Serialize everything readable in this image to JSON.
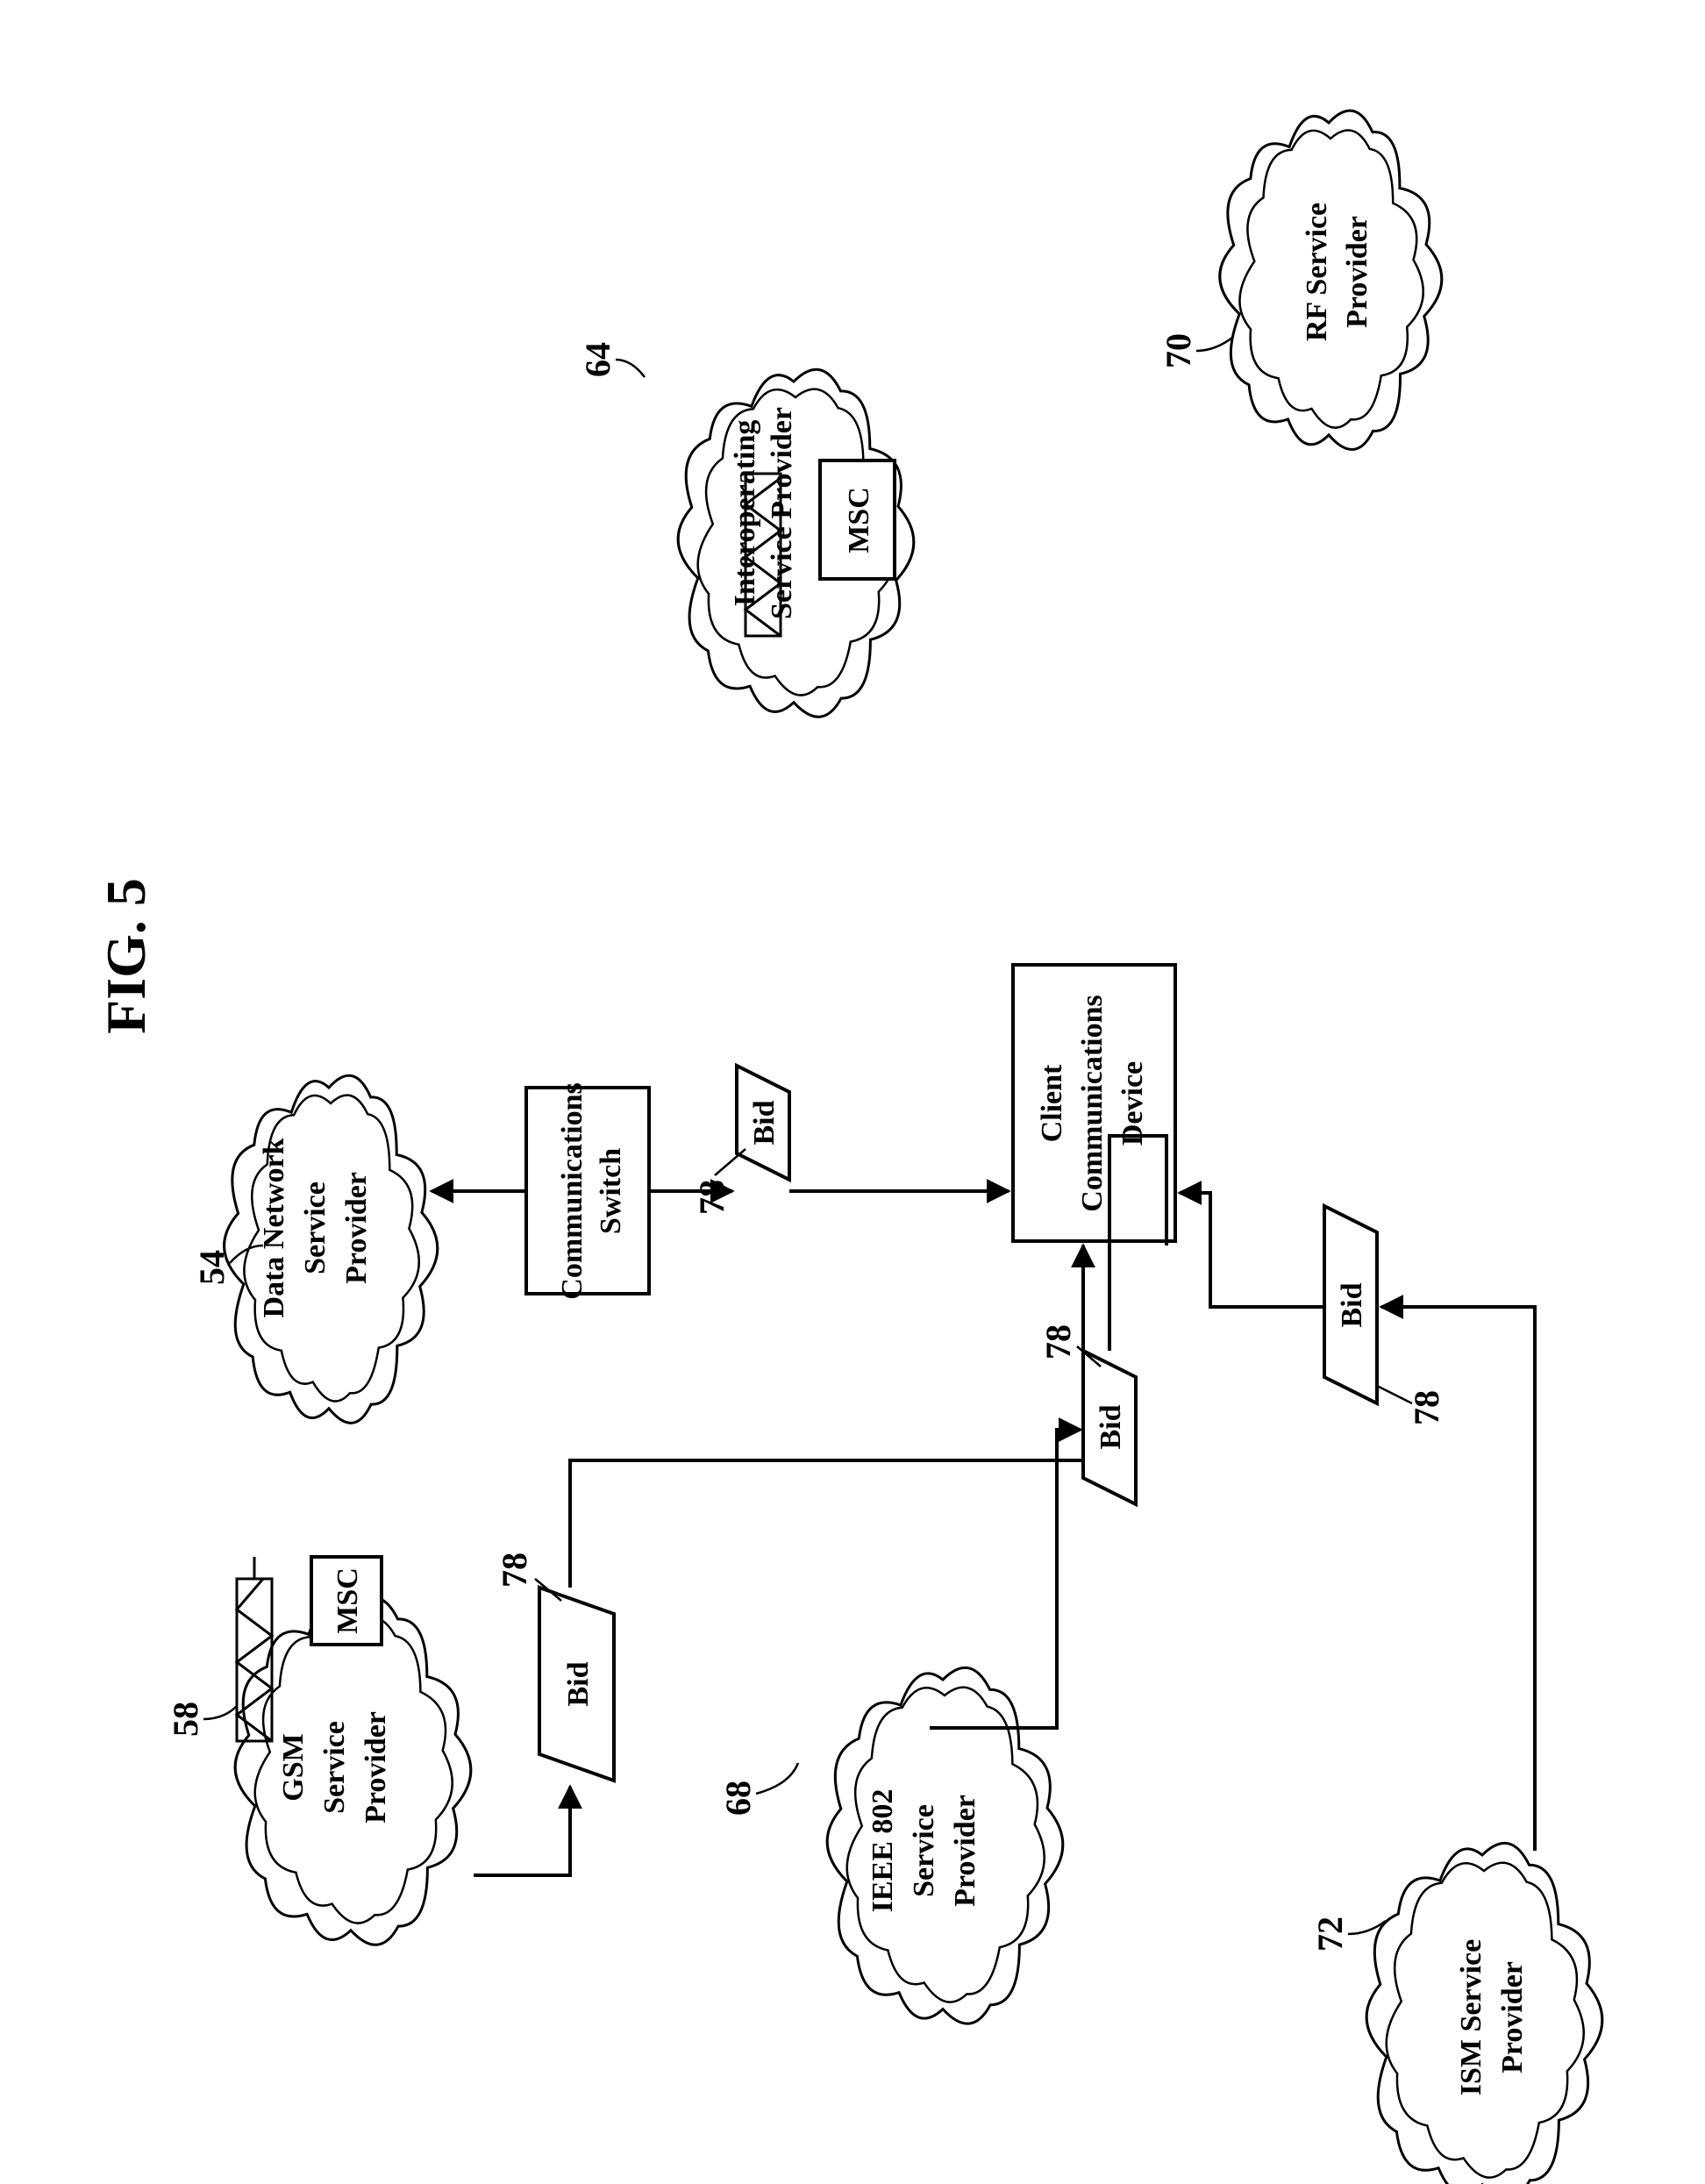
{
  "figure": {
    "title": "FIG. 5"
  },
  "clouds": [
    {
      "id": "data_network",
      "ref": "54",
      "lines": [
        "Data Network",
        "Service",
        "Provider"
      ]
    },
    {
      "id": "gsm",
      "ref": "58",
      "lines": [
        "GSM",
        "Service",
        "Provider"
      ]
    },
    {
      "id": "ieee",
      "ref": "68",
      "lines": [
        "IEEE 802",
        "Service",
        "Provider"
      ]
    },
    {
      "id": "ism",
      "ref": "72",
      "lines": [
        "ISM Service",
        "Provider"
      ]
    },
    {
      "id": "interop",
      "ref": "64",
      "lines": [
        "Interoperating",
        "Service Provider"
      ]
    },
    {
      "id": "rf",
      "ref": "70",
      "lines": [
        "RF Service",
        "Provider"
      ]
    }
  ],
  "boxes": {
    "switch": {
      "lines": [
        "Communications",
        "Switch"
      ]
    },
    "client": {
      "lines": [
        "Client",
        "Communications",
        "Device"
      ]
    },
    "msc_gsm": {
      "label": "MSC"
    },
    "msc_interop": {
      "label": "MSC"
    }
  },
  "bids": [
    {
      "id": "bid_switch",
      "label": "Bid",
      "ref": "78"
    },
    {
      "id": "bid_gsm",
      "label": "Bid",
      "ref": "78"
    },
    {
      "id": "bid_ieee",
      "label": "Bid",
      "ref": "78"
    },
    {
      "id": "bid_ism",
      "label": "Bid",
      "ref": "78"
    }
  ]
}
